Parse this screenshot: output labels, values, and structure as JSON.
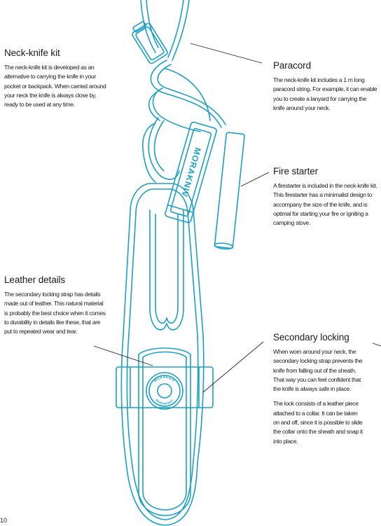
{
  "colors": {
    "outline": "#1b9fc6",
    "leader": "#222222",
    "text": "#1a1a1a"
  },
  "brand": {
    "sheath_logo": "MORAKNIV",
    "ring_text_top": "MORAKNIV",
    "ring_text_bottom": "MORAKNIV"
  },
  "sections": {
    "neck_knife_kit": {
      "title": "Neck-knife kit",
      "body": "The neck-knife kit is developed as an alternative to carrying the knife in your pocket or backpack. When carried around your neck the knife is always close by, ready to be used at any time."
    },
    "paracord": {
      "title": "Paracord",
      "body": "The neck-knife kit includes a 1 m long paracord string. For example, it can enable you to create a lanyard for carrying the knife around your neck."
    },
    "fire_starter": {
      "title": "Fire starter",
      "body": "A firestarter is included in the neck-knife kit. This firestarter has a minimalist design to accompany the size of the knife, and is optimal for starting your fire or igniting a camping stove."
    },
    "leather_details": {
      "title": "Leather details",
      "body": "The secondary locking strap has details made out of leather. This natural material is probably the best choice when it comes to durability in details like these, that are put to repeated wear and tear."
    },
    "secondary_locking": {
      "title": "Secondary locking",
      "body1": "When worn around your neck, the secondary locking strap prevents the knife from falling out of the sheath. That way you can feel confident that the knife is always safe in place.",
      "body2": "The lock consists of a leather piece attached to a collar. It can be taken on and off, since it is possible to slide the collar onto the sheath and snap it into place."
    }
  },
  "page_number": "10"
}
